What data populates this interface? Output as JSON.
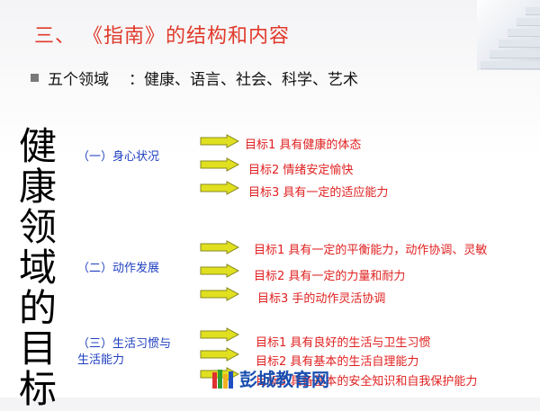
{
  "slide": {
    "title": "三、  《指南》的结构和内容",
    "bullet": {
      "label": "五个领域",
      "sep": "：",
      "text": "健康、语言、社会、科学、艺术"
    },
    "vertical_title": [
      "健",
      "康",
      "领",
      "域",
      "的",
      "目",
      "标"
    ],
    "categories": [
      {
        "label": "（一）身心状况",
        "goals": [
          "目标1  具有健康的体态",
          "目标2  情绪安定愉快",
          "目标3  具有一定的适应能力"
        ]
      },
      {
        "label": "（二）动作发展",
        "goals": [
          "目标1 具有一定的平衡能力，动作协调、灵敏",
          "目标2  具有一定的力量和耐力",
          "目标3  手的动作灵活协调"
        ]
      },
      {
        "label_line1": "（三）生活习惯与",
        "label_line2": "生活能力",
        "goals": [
          "目标1  具有良好的生活与卫生习惯",
          "目标2  具有基本的生活自理能力",
          "目标3  具备基本的安全知识和自我保护能力"
        ]
      }
    ],
    "watermark": "彭城教育网",
    "colors": {
      "title": "#e03a2a",
      "category": "#1f3fbf",
      "goal": "#e02020",
      "arrow_fill": "#e0e020",
      "arrow_stroke": "#8a8a20"
    }
  }
}
